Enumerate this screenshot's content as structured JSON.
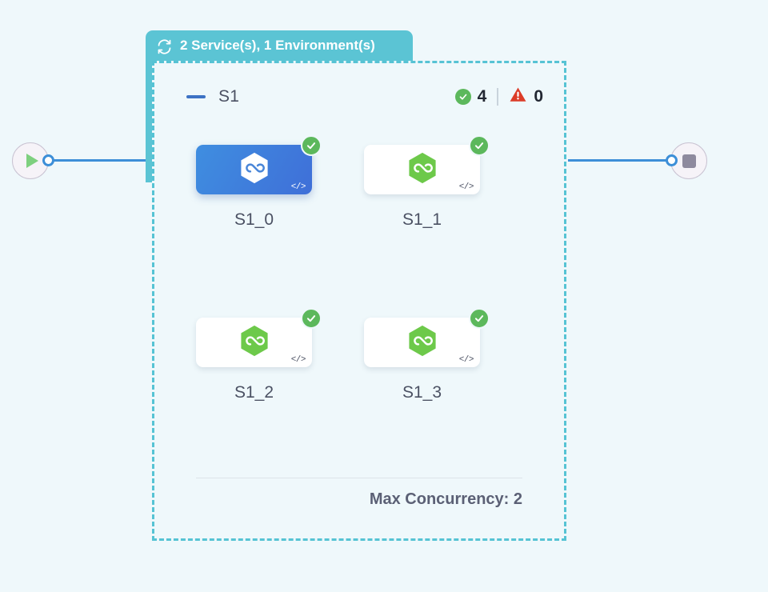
{
  "canvas": {
    "background_color": "#eff8fb",
    "accent_color": "#3d8fd8",
    "group_color": "#5bc4d4"
  },
  "start_node": {
    "name": "start-node",
    "icon": "play-icon"
  },
  "end_node": {
    "name": "end-node",
    "icon": "stop-icon"
  },
  "group": {
    "header": {
      "icon": "loop-icon",
      "title": "2 Service(s), 1 Environment(s)"
    },
    "collapse_toggle_icon": "minus-icon",
    "label": "S1",
    "counters": {
      "success": {
        "icon": "check-circle-icon",
        "value": "4",
        "color": "#5cb85c"
      },
      "warning": {
        "icon": "warning-triangle-icon",
        "value": "0",
        "color": "#dc3c28"
      }
    },
    "footer_label": "Max Concurrency: 2"
  },
  "nodes": [
    {
      "label": "S1_0",
      "selected": true,
      "status_icon": "check-circle-icon",
      "type_icon": "hexagon-infinity-icon",
      "code_glyph": "</>"
    },
    {
      "label": "S1_1",
      "selected": false,
      "status_icon": "check-circle-icon",
      "type_icon": "hexagon-infinity-icon",
      "code_glyph": "</>"
    },
    {
      "label": "S1_2",
      "selected": false,
      "status_icon": "check-circle-icon",
      "type_icon": "hexagon-infinity-icon",
      "code_glyph": "</>"
    },
    {
      "label": "S1_3",
      "selected": false,
      "status_icon": "check-circle-icon",
      "type_icon": "hexagon-infinity-icon",
      "code_glyph": "</>"
    }
  ]
}
